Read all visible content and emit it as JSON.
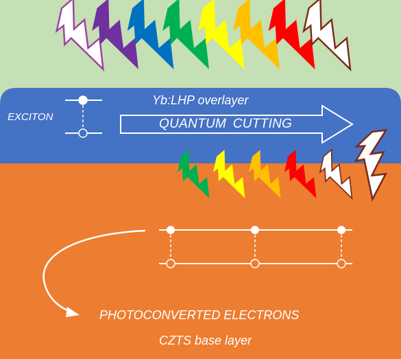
{
  "labels": {
    "exciton": "EXCITON",
    "overlayer": "Yb:LHP overlayer",
    "quantum_cutting": "QUANTUM  CUTTING",
    "photoconverted": "PHOTOCONVERTED ELECTRONS",
    "base_layer": "CZTS base layer"
  },
  "colors": {
    "background": "#c5e0b4",
    "overlayer": "#4472c4",
    "base_layer": "#ed7d31",
    "white": "#ffffff"
  },
  "incident_photons": [
    {
      "color": "#a040a0",
      "style": "outline"
    },
    {
      "color": "#7030a0",
      "style": "filled"
    },
    {
      "color": "#0070c0",
      "style": "filled"
    },
    {
      "color": "#00b050",
      "style": "filled"
    },
    {
      "color": "#ffff00",
      "style": "filled"
    },
    {
      "color": "#ffc000",
      "style": "filled"
    },
    {
      "color": "#ff0000",
      "style": "filled"
    },
    {
      "color": "#7b2b1a",
      "style": "outline"
    }
  ],
  "transmitted_photons": [
    {
      "color": "#00b050",
      "style": "filled"
    },
    {
      "color": "#ffff00",
      "style": "filled"
    },
    {
      "color": "#ffc000",
      "style": "filled"
    },
    {
      "color": "#ff0000",
      "style": "filled"
    },
    {
      "color": "#7b2b1a",
      "style": "outline"
    }
  ],
  "emitted_photon": {
    "color": "#ffffff",
    "outline": "#7b2b1a"
  }
}
